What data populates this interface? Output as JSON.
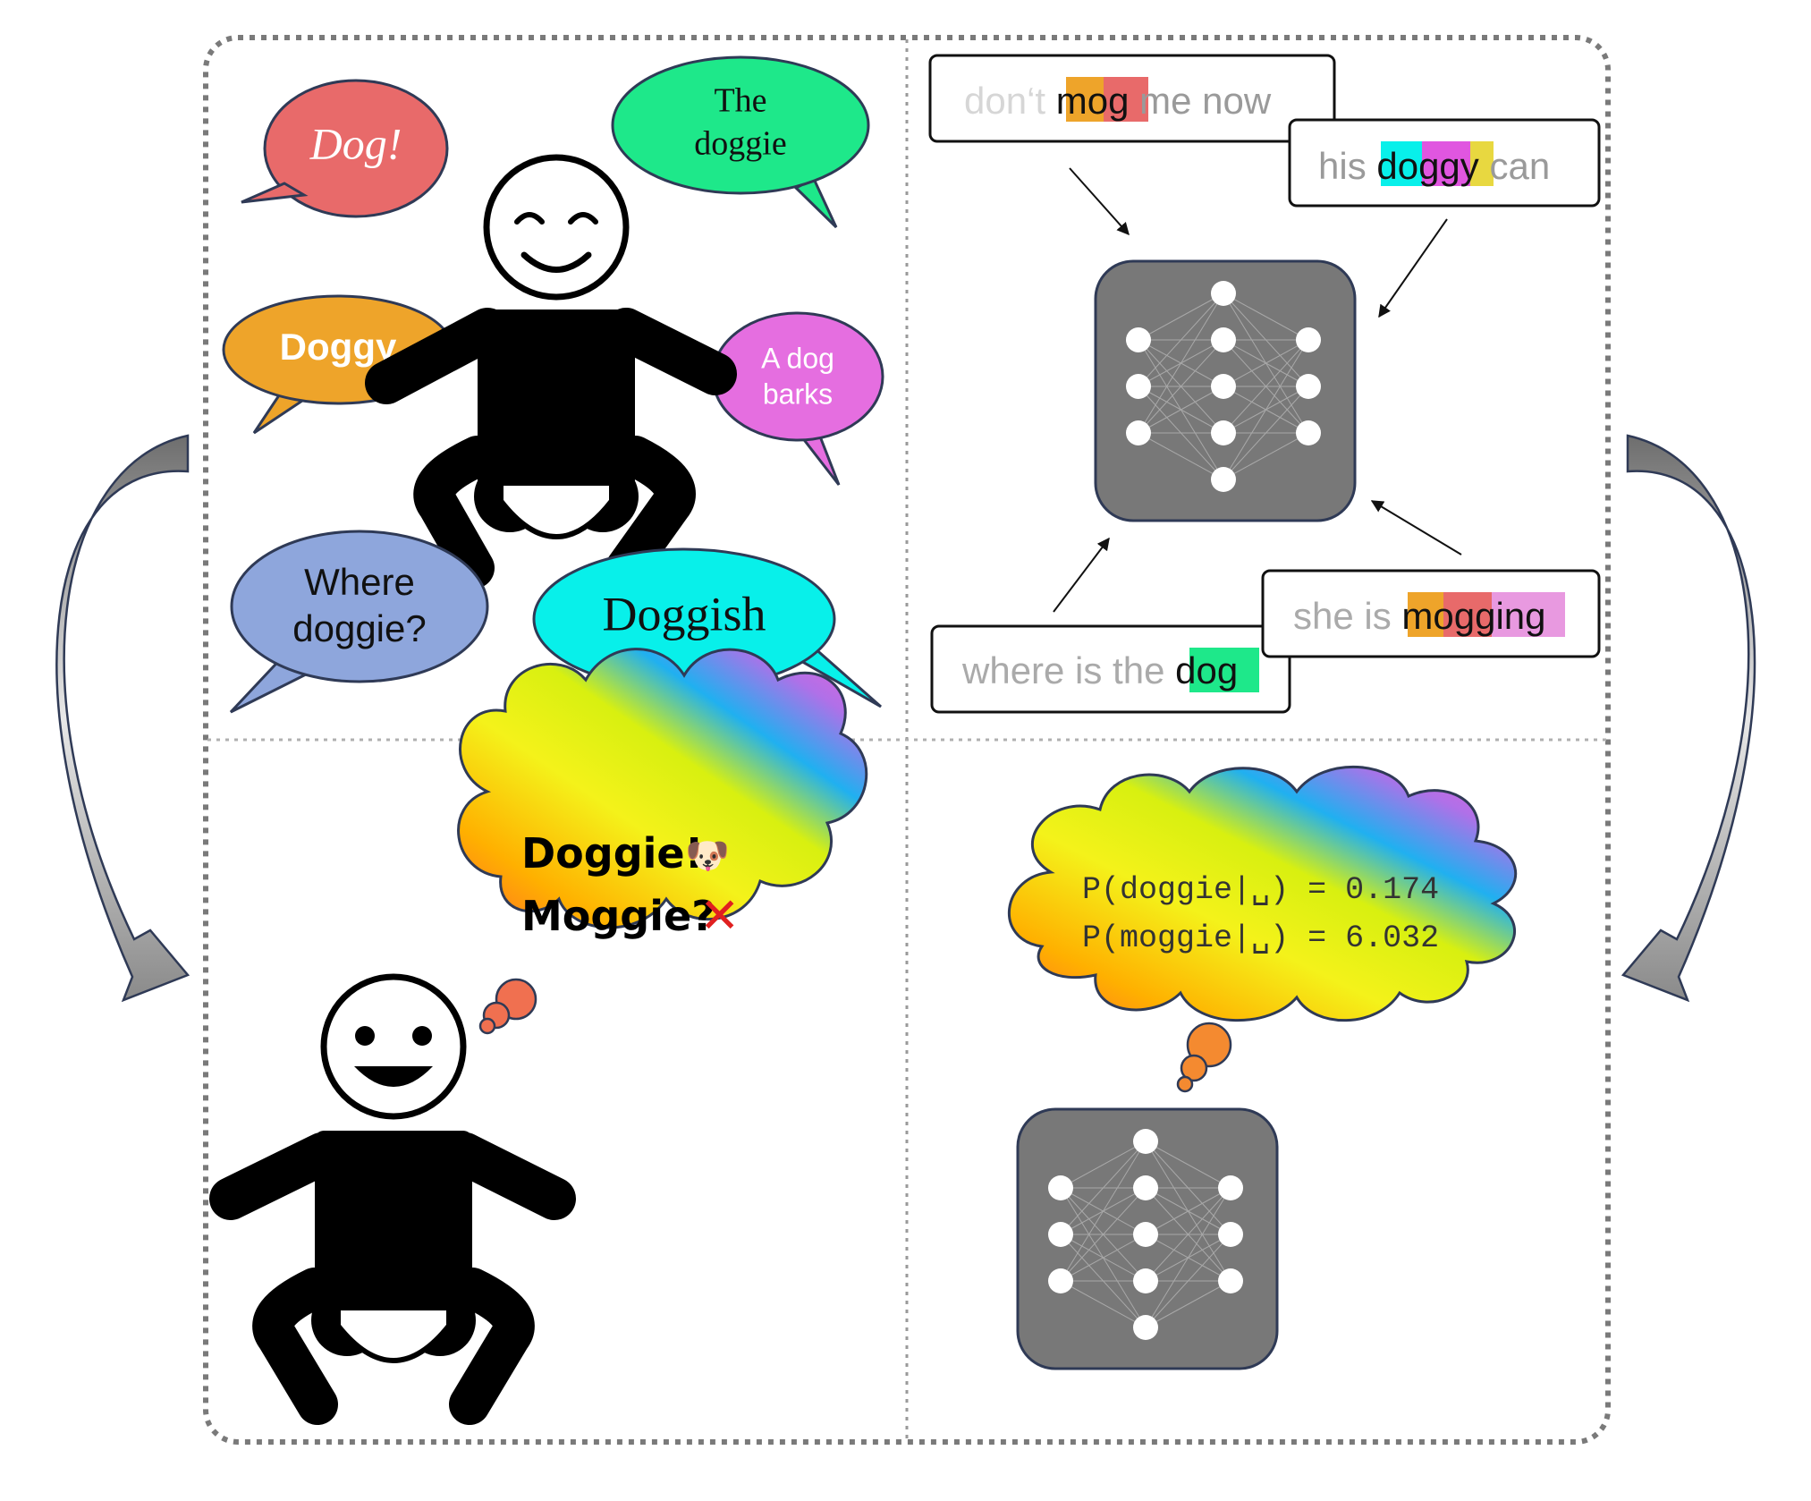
{
  "bubbles": {
    "dog": "Dog!",
    "the_doggie_1": "The",
    "the_doggie_2": "doggie",
    "doggy": "Doggy",
    "a_dog_barks_1": "A dog",
    "a_dog_barks_2": "barks",
    "where_doggie_1": "Where",
    "where_doggie_2": "doggie?",
    "doggish": "Doggish"
  },
  "snippets": {
    "s1": {
      "pre": "don‘t ",
      "word": "mog",
      "post": " me now"
    },
    "s2": {
      "pre": "his ",
      "word": "doggy",
      "post": " can"
    },
    "s3": {
      "pre": "where is the ",
      "word": "dog",
      "post": ""
    },
    "s4": {
      "pre": "she is ",
      "word": "mogging",
      "post": ""
    }
  },
  "child_thought": {
    "line1": "Doggie!",
    "line2": "Moggie?",
    "dog_emoji": "🐶",
    "cross": "✕"
  },
  "model_thought": {
    "line1": "P(doggie|␣) = 0.174",
    "line2": "P(moggie|␣) = 6.032"
  },
  "colors": {
    "dog_bubble": "#e86a6a",
    "the_doggie_bubble": "#1ee88a",
    "doggy_bubble": "#eea42a",
    "a_dog_barks_bubble": "#e56ee0",
    "where_doggie_bubble": "#8ea6dc",
    "doggish_bubble": "#08f0ea",
    "network_box": "#787878",
    "highlight_orange": "#eea42a",
    "highlight_red": "#e86a6a",
    "highlight_cyan": "#08f0ea",
    "highlight_magenta": "#e056e0",
    "highlight_yellow": "#e8d840",
    "highlight_green": "#1ee88a",
    "highlight_pink": "#e899e0",
    "cross_red": "#e02020"
  }
}
